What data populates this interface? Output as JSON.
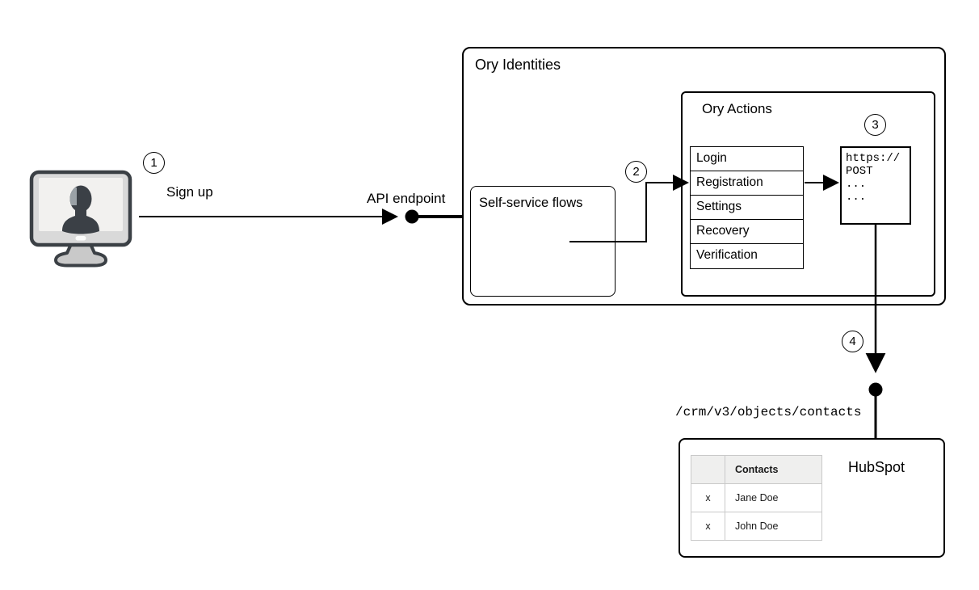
{
  "flow": {
    "badges": {
      "step1": "1",
      "step2": "2",
      "step3": "3",
      "step4": "4"
    },
    "signup_label": "Sign up",
    "api_endpoint_label": "API endpoint",
    "ory_identities": {
      "title": "Ory Identities",
      "self_service_flows": {
        "title": "Self-service flows"
      },
      "ory_actions": {
        "title": "Ory Actions",
        "flow_list": [
          "Login",
          "Registration",
          "Settings",
          "Recovery",
          "Verification"
        ],
        "webhook_code": [
          "https://",
          "POST",
          "...",
          "..."
        ]
      }
    },
    "hubspot": {
      "api_path": "/crm/v3/objects/contacts",
      "title": "HubSpot",
      "contacts_table": {
        "headers": [
          "",
          "Contacts"
        ],
        "rows": [
          [
            "x",
            "Jane Doe"
          ],
          [
            "x",
            "John Doe"
          ]
        ]
      }
    }
  },
  "icons": {
    "actor": "user-computer-icon",
    "endpoints": [
      "api-endpoint-dot",
      "hubspot-endpoint-dot"
    ]
  },
  "colors": {
    "stroke": "#000000",
    "table_border": "#c9c9c9",
    "table_header_bg": "#efefee",
    "monitor_bezel": "#d9d9d9",
    "monitor_screen": "#f2f1ef",
    "monitor_outline": "#3b4045",
    "silhouette": "#3b4046",
    "silhouette_highlight": "#9aa1a6",
    "stand": "#c9c9c9"
  }
}
